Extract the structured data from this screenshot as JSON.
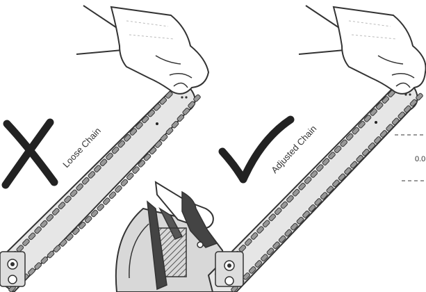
{
  "panels": {
    "left": {
      "label": "Loose Chain",
      "status_icon": "cross-icon",
      "status_color": "#222222"
    },
    "right": {
      "label": "Adjusted Chain",
      "status_icon": "check-icon",
      "status_color": "#222222"
    }
  },
  "measurement": {
    "value_text": "0.0"
  },
  "colors": {
    "line": "#333333",
    "bar_fill": "#e6e6e6",
    "chain_fill": "#999999",
    "glove_fill": "#ffffff"
  }
}
